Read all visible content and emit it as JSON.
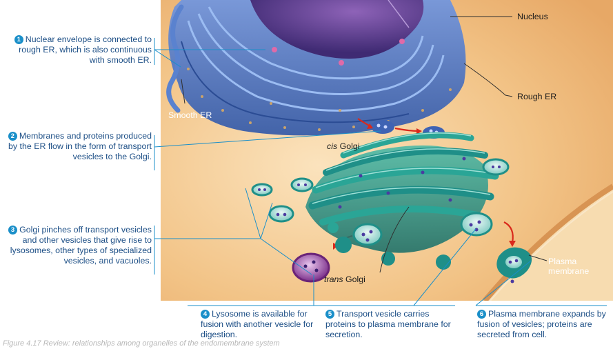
{
  "callouts": {
    "c1": {
      "num": "1",
      "text": "Nuclear envelope is connected to rough ER, which is also continuous with smooth ER."
    },
    "c2": {
      "num": "2",
      "text": "Membranes and proteins produced by the ER flow in the form of transport vesicles to the Golgi."
    },
    "c3": {
      "num": "3",
      "text": "Golgi pinches off transport vesicles and other vesicles that give rise to lysosomes, other types of specialized vesicles, and vacuoles."
    },
    "c4": {
      "num": "4",
      "text": "Lysosome is available for fusion with another vesicle for digestion."
    },
    "c5": {
      "num": "5",
      "text": "Transport vesicle carries proteins to plasma membrane for secretion."
    },
    "c6": {
      "num": "6",
      "text": "Plasma membrane expands by fusion of vesicles; proteins are secreted from cell."
    }
  },
  "labels": {
    "nucleus": "Nucleus",
    "rough_er": "Rough ER",
    "smooth_er": "Smooth ER",
    "cis_golgi_italic": "cis",
    "cis_golgi_rest": " Golgi",
    "trans_golgi_italic": "trans",
    "trans_golgi_rest": " Golgi",
    "plasma_membrane_1": "Plasma",
    "plasma_membrane_2": "membrane"
  },
  "caption": "Figure 4.17  Review: relationships among organelles of the endomembrane system",
  "colors": {
    "cytoplasm": "#f4c98e",
    "nucleus": "#5b3f8f",
    "er": "#4a72c4",
    "golgi": "#1f8f88",
    "lysosome": "#8a3f9a",
    "callout_text": "#1d4f86",
    "callout_line": "#1a8fc9",
    "arrow": "#d9291c"
  }
}
